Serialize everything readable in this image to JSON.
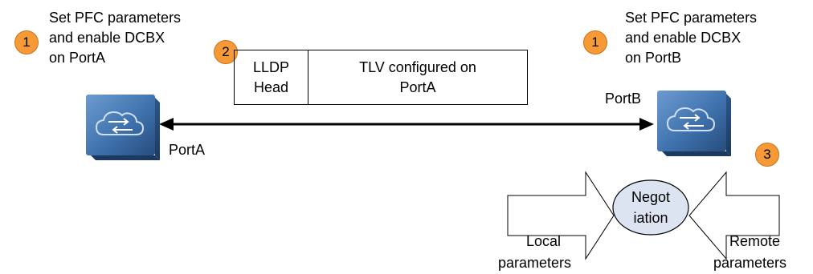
{
  "left_note": {
    "badge": "1",
    "lines": [
      "Set PFC parameters",
      "and enable DCBX",
      "on PortA"
    ]
  },
  "right_note": {
    "badge": "1",
    "lines": [
      "Set PFC parameters",
      "and enable DCBX",
      "on PortB"
    ]
  },
  "lldp": {
    "badge": "2",
    "head_lines": [
      "LLDP",
      "Head"
    ],
    "tlv_lines": [
      "TLV configured on",
      "PortA"
    ]
  },
  "port_a": {
    "label": "PortA",
    "icon": "switch-icon"
  },
  "port_b": {
    "label": "PortB",
    "icon": "switch-icon"
  },
  "negotiation": {
    "badge": "3",
    "lines": [
      "Negot",
      "iation"
    ]
  },
  "local": {
    "lines": [
      "Local",
      "parameters"
    ]
  },
  "remote": {
    "lines": [
      "Remote",
      "parameters"
    ]
  },
  "colors": {
    "badge": "#f59a36",
    "switch": "#3d6fa8",
    "ellipse": "#dde4f1"
  }
}
